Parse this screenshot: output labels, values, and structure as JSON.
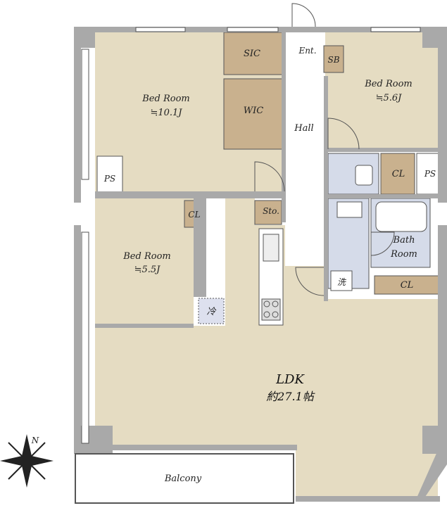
{
  "floorplan": {
    "colors": {
      "room": "#e5dcc2",
      "storage": "#c9b18e",
      "wall": "#a9a9a9",
      "wet": "#d5dbe9",
      "white": "#ffffff"
    },
    "rooms": {
      "bed1_name": "Bed Room",
      "bed1_size": "≒10.1J",
      "bed2_name": "Bed Room",
      "bed2_size": "≒5.6J",
      "bed3_name": "Bed Room",
      "bed3_size": "≒5.5J",
      "ldk_name": "LDK",
      "ldk_size": "約27.1帖",
      "balcony": "Balcony",
      "hall": "Hall",
      "entrance": "Ent.",
      "bath_line1": "Bath",
      "bath_line2": "Room"
    },
    "storage": {
      "sic": "SIC",
      "wic": "WIC",
      "sb": "SB",
      "sto": "Sto.",
      "cl_bed3": "CL",
      "cl_toilet": "CL",
      "cl_bath": "CL",
      "ps_left": "PS",
      "ps_right": "PS"
    },
    "fixtures": {
      "fridge": "冷",
      "washer": "洗"
    },
    "compass": {
      "north": "N"
    }
  }
}
